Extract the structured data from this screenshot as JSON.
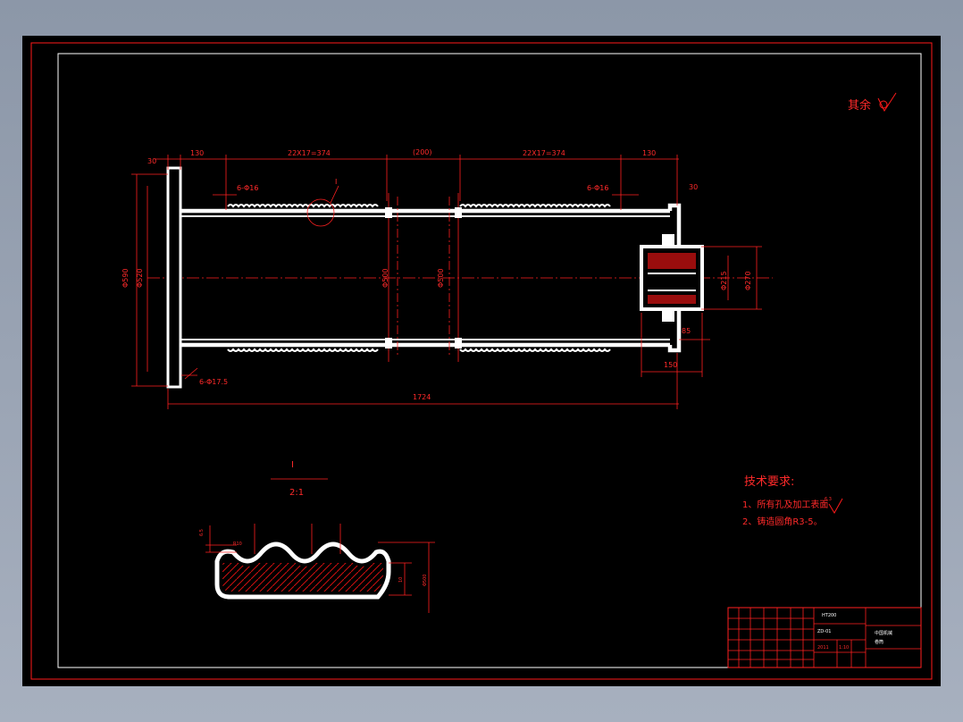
{
  "surface_roughness": "其余",
  "dimensions": {
    "d30_left": "30",
    "d130_left": "130",
    "d_span_left": "22X17=374",
    "d200": "(200)",
    "d_span_right": "22X17=374",
    "d130_right": "130",
    "d30_right": "30",
    "holes_left": "6-Φ16",
    "holes_right": "6-Φ16",
    "d_phi_outer": "Φ590",
    "d_phi_inner": "Φ520",
    "d_phi_mid1": "Φ500",
    "d_phi_mid2": "Φ500",
    "d_phi_hub1": "Φ215",
    "d_phi_hub2": "Φ270",
    "d85": "85",
    "d150": "150",
    "holes_bottom": "6-Φ17.5",
    "d_total": "1724"
  },
  "detail": {
    "label": "I",
    "scale": "2:1",
    "r_label": "R10",
    "h_label": "6.5",
    "d10": "10",
    "d_phi": "Φ500"
  },
  "detail_marker": "I",
  "tech": {
    "title": "技术要求:",
    "line1": "1、所有孔及加工表面",
    "roughness": "6.3",
    "line2": "2、铸造圆角R3-5。"
  },
  "titleblock": {
    "material": "HT200",
    "drawing_no": "ZD-01",
    "company": "中国机械",
    "part_name": "卷筒",
    "code": "2011",
    "sheet": "1:10"
  }
}
